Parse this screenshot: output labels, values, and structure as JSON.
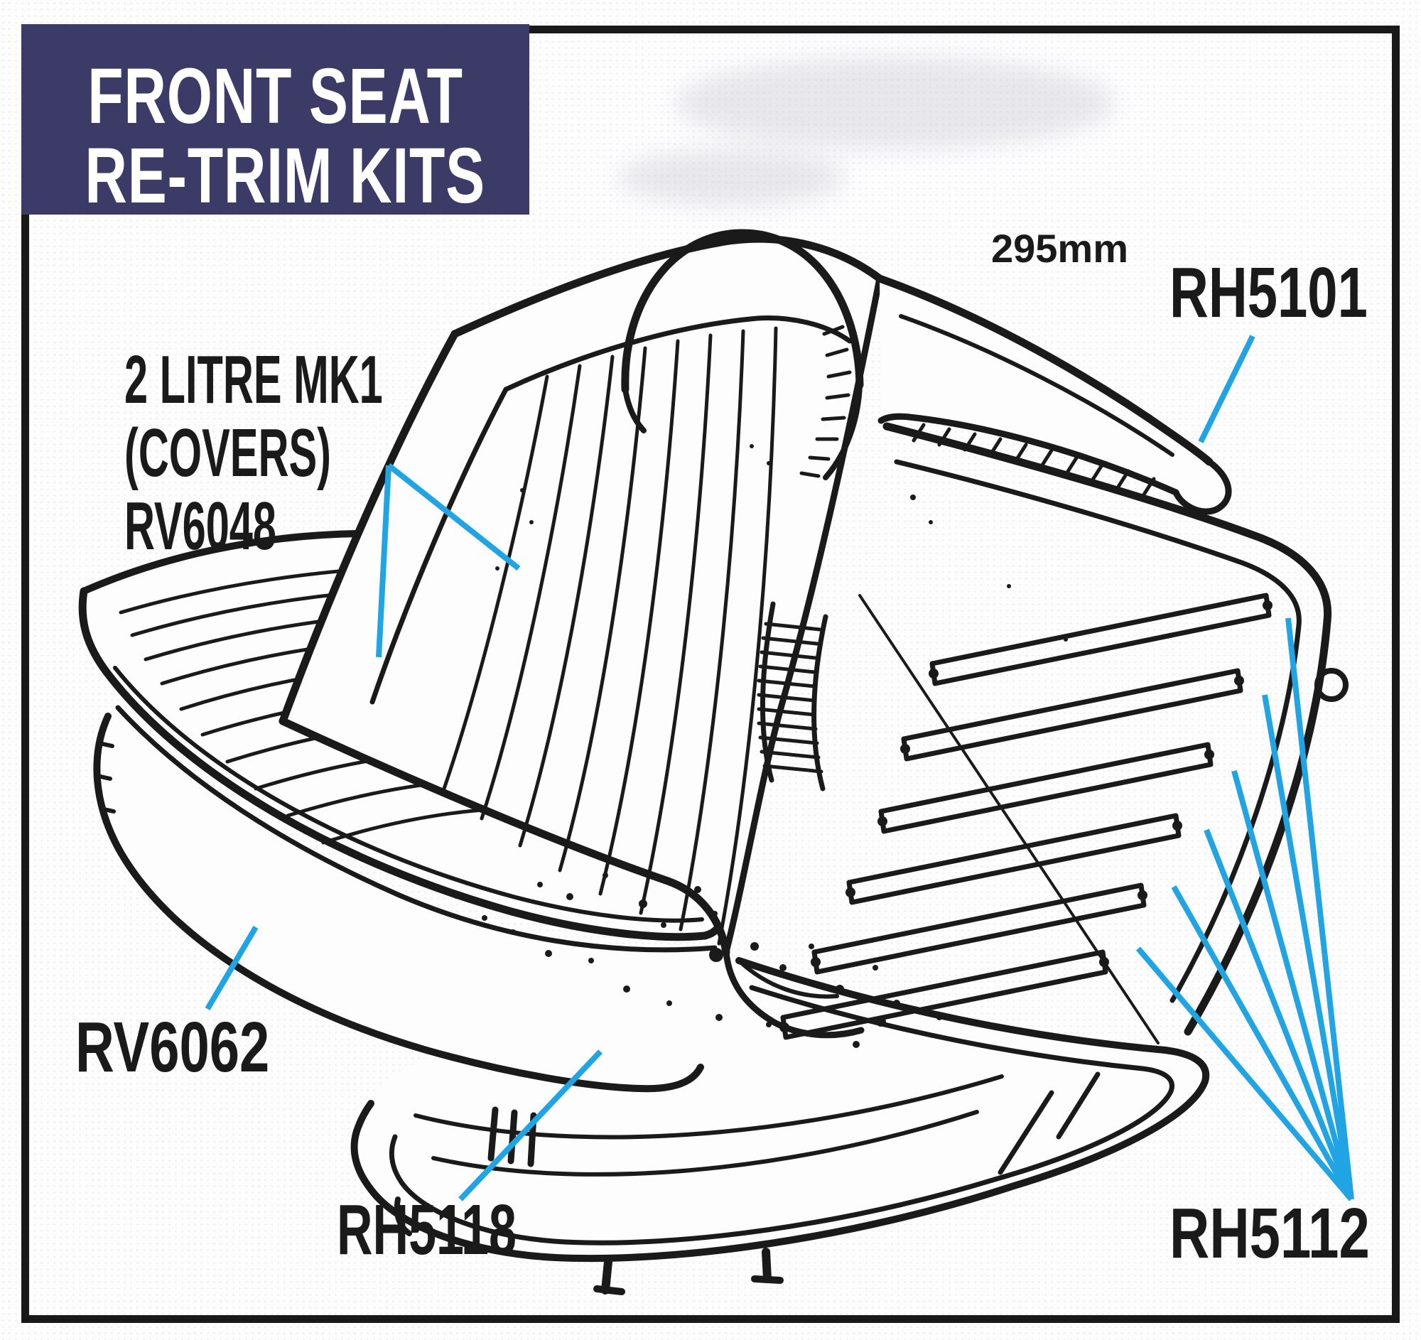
{
  "header": {
    "line1": "FRONT SEAT",
    "line2": "RE-TRIM KITS"
  },
  "annotations": {
    "dimension": "295mm",
    "cover_top": "RH5101",
    "kit_block": {
      "line1": "2 LITRE MK1",
      "line2": "(COVERS)",
      "line3": "RV6048"
    },
    "under_cushion": "RV6062",
    "base_frame": "RH5118",
    "straps": "RH5112"
  },
  "colors": {
    "header_navy": "#3c3b68",
    "leader_blue": "#21a4e4",
    "ink": "#1a1a1a",
    "paper": "#fdfdfe"
  }
}
